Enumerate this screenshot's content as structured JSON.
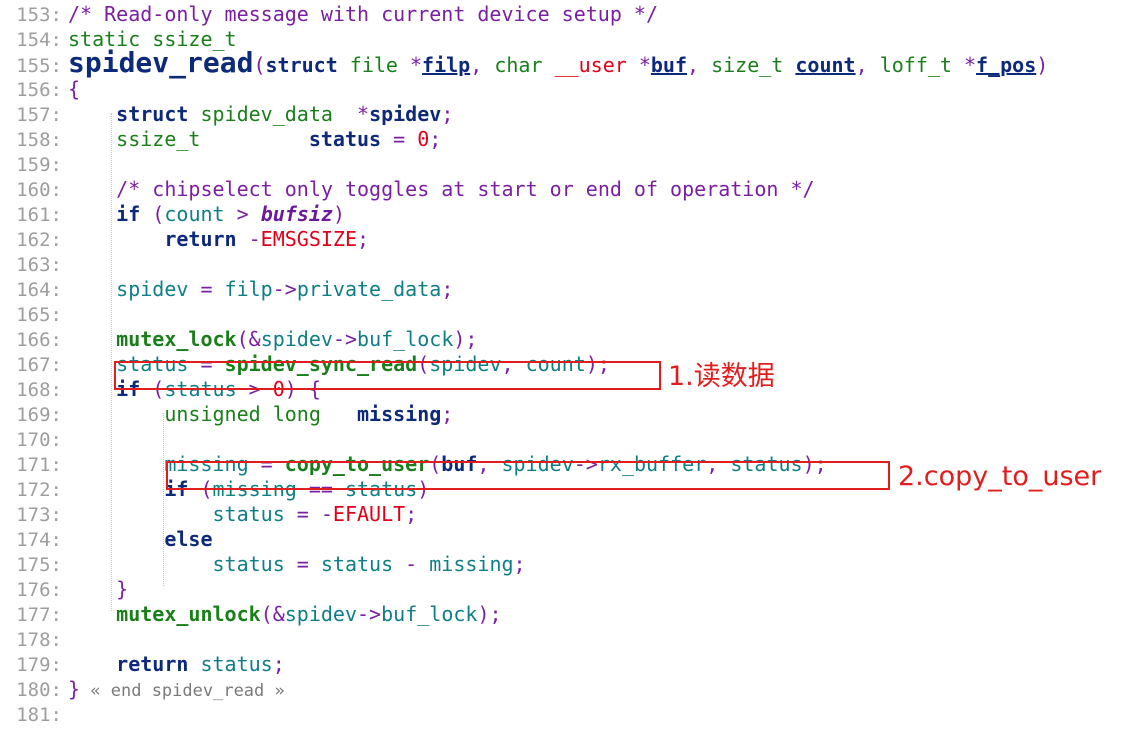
{
  "editor": {
    "lines": [
      {
        "num": "153:",
        "tokens": [
          {
            "t": "/* Read-only message with current device setup */",
            "c": "comment"
          }
        ]
      },
      {
        "num": "154:",
        "tokens": [
          {
            "t": "static ssize_t",
            "c": "type"
          }
        ]
      },
      {
        "num": "155:",
        "tokens": [
          {
            "t": "spidev_read",
            "c": "fname"
          },
          {
            "t": "(",
            "c": "op"
          },
          {
            "t": "struct ",
            "c": "kw"
          },
          {
            "t": "file ",
            "c": "type"
          },
          {
            "t": "*",
            "c": "op"
          },
          {
            "t": "filp",
            "c": "param-u"
          },
          {
            "t": ", ",
            "c": "op"
          },
          {
            "t": "char ",
            "c": "type"
          },
          {
            "t": "__user ",
            "c": "const"
          },
          {
            "t": "*",
            "c": "op"
          },
          {
            "t": "buf",
            "c": "param-u"
          },
          {
            "t": ", ",
            "c": "op"
          },
          {
            "t": "size_t ",
            "c": "type"
          },
          {
            "t": "count",
            "c": "param-u"
          },
          {
            "t": ", ",
            "c": "op"
          },
          {
            "t": "loff_t ",
            "c": "type"
          },
          {
            "t": "*",
            "c": "op"
          },
          {
            "t": "f_pos",
            "c": "param-u"
          },
          {
            "t": ")",
            "c": "op"
          }
        ]
      },
      {
        "num": "156:",
        "tokens": [
          {
            "t": "{",
            "c": "op"
          }
        ]
      },
      {
        "num": "157:",
        "tokens": [
          {
            "t": "    ",
            "c": "plain"
          },
          {
            "t": "struct ",
            "c": "kw"
          },
          {
            "t": "spidev_data  ",
            "c": "type"
          },
          {
            "t": "*",
            "c": "op"
          },
          {
            "t": "spidev",
            "c": "param"
          },
          {
            "t": ";",
            "c": "op"
          }
        ]
      },
      {
        "num": "158:",
        "tokens": [
          {
            "t": "    ",
            "c": "plain"
          },
          {
            "t": "ssize_t         ",
            "c": "type"
          },
          {
            "t": "status",
            "c": "param"
          },
          {
            "t": " = ",
            "c": "op"
          },
          {
            "t": "0",
            "c": "num"
          },
          {
            "t": ";",
            "c": "op"
          }
        ]
      },
      {
        "num": "159:",
        "tokens": []
      },
      {
        "num": "160:",
        "tokens": [
          {
            "t": "    ",
            "c": "plain"
          },
          {
            "t": "/* chipselect only toggles at start or end of operation */",
            "c": "comment"
          }
        ]
      },
      {
        "num": "161:",
        "tokens": [
          {
            "t": "    ",
            "c": "plain"
          },
          {
            "t": "if",
            "c": "kw"
          },
          {
            "t": " (",
            "c": "op"
          },
          {
            "t": "count",
            "c": "var"
          },
          {
            "t": " > ",
            "c": "op"
          },
          {
            "t": "bufsiz",
            "c": "ital"
          },
          {
            "t": ")",
            "c": "op"
          }
        ]
      },
      {
        "num": "162:",
        "tokens": [
          {
            "t": "        ",
            "c": "plain"
          },
          {
            "t": "return",
            "c": "kw"
          },
          {
            "t": " -",
            "c": "op"
          },
          {
            "t": "EMSGSIZE",
            "c": "const"
          },
          {
            "t": ";",
            "c": "op"
          }
        ]
      },
      {
        "num": "163:",
        "tokens": []
      },
      {
        "num": "164:",
        "tokens": [
          {
            "t": "    ",
            "c": "plain"
          },
          {
            "t": "spidev",
            "c": "var"
          },
          {
            "t": " = ",
            "c": "op"
          },
          {
            "t": "filp",
            "c": "var"
          },
          {
            "t": "->",
            "c": "op"
          },
          {
            "t": "private_data",
            "c": "var"
          },
          {
            "t": ";",
            "c": "op"
          }
        ]
      },
      {
        "num": "165:",
        "tokens": []
      },
      {
        "num": "166:",
        "tokens": [
          {
            "t": "    ",
            "c": "plain"
          },
          {
            "t": "mutex_lock",
            "c": "func"
          },
          {
            "t": "(&",
            "c": "op"
          },
          {
            "t": "spidev",
            "c": "var"
          },
          {
            "t": "->",
            "c": "op"
          },
          {
            "t": "buf_lock",
            "c": "var"
          },
          {
            "t": ");",
            "c": "op"
          }
        ]
      },
      {
        "num": "167:",
        "tokens": [
          {
            "t": "    ",
            "c": "plain"
          },
          {
            "t": "status",
            "c": "var"
          },
          {
            "t": " = ",
            "c": "op"
          },
          {
            "t": "spidev_sync_read",
            "c": "func"
          },
          {
            "t": "(",
            "c": "op"
          },
          {
            "t": "spidev",
            "c": "var"
          },
          {
            "t": ", ",
            "c": "op"
          },
          {
            "t": "count",
            "c": "var"
          },
          {
            "t": ");",
            "c": "op"
          }
        ]
      },
      {
        "num": "168:",
        "tokens": [
          {
            "t": "    ",
            "c": "plain"
          },
          {
            "t": "if",
            "c": "kw"
          },
          {
            "t": " (",
            "c": "op"
          },
          {
            "t": "status",
            "c": "var"
          },
          {
            "t": " > ",
            "c": "op"
          },
          {
            "t": "0",
            "c": "num"
          },
          {
            "t": ") {",
            "c": "op"
          }
        ]
      },
      {
        "num": "169:",
        "tokens": [
          {
            "t": "        ",
            "c": "plain"
          },
          {
            "t": "unsigned long   ",
            "c": "type"
          },
          {
            "t": "missing",
            "c": "param"
          },
          {
            "t": ";",
            "c": "op"
          }
        ]
      },
      {
        "num": "170:",
        "tokens": []
      },
      {
        "num": "171:",
        "tokens": [
          {
            "t": "        ",
            "c": "plain"
          },
          {
            "t": "missing",
            "c": "var"
          },
          {
            "t": " = ",
            "c": "op"
          },
          {
            "t": "copy_to_user",
            "c": "func"
          },
          {
            "t": "(",
            "c": "op"
          },
          {
            "t": "buf",
            "c": "param"
          },
          {
            "t": ", ",
            "c": "op"
          },
          {
            "t": "spidev",
            "c": "var"
          },
          {
            "t": "->",
            "c": "op"
          },
          {
            "t": "rx_buffer",
            "c": "var"
          },
          {
            "t": ", ",
            "c": "op"
          },
          {
            "t": "status",
            "c": "var"
          },
          {
            "t": ");",
            "c": "op"
          }
        ]
      },
      {
        "num": "172:",
        "tokens": [
          {
            "t": "        ",
            "c": "plain"
          },
          {
            "t": "if",
            "c": "kw"
          },
          {
            "t": " (",
            "c": "op"
          },
          {
            "t": "missing",
            "c": "var"
          },
          {
            "t": " == ",
            "c": "op"
          },
          {
            "t": "status",
            "c": "var"
          },
          {
            "t": ")",
            "c": "op"
          }
        ]
      },
      {
        "num": "173:",
        "tokens": [
          {
            "t": "            ",
            "c": "plain"
          },
          {
            "t": "status",
            "c": "var"
          },
          {
            "t": " = -",
            "c": "op"
          },
          {
            "t": "EFAULT",
            "c": "const"
          },
          {
            "t": ";",
            "c": "op"
          }
        ]
      },
      {
        "num": "174:",
        "tokens": [
          {
            "t": "        ",
            "c": "plain"
          },
          {
            "t": "else",
            "c": "kw"
          }
        ]
      },
      {
        "num": "175:",
        "tokens": [
          {
            "t": "            ",
            "c": "plain"
          },
          {
            "t": "status",
            "c": "var"
          },
          {
            "t": " = ",
            "c": "op"
          },
          {
            "t": "status",
            "c": "var"
          },
          {
            "t": " - ",
            "c": "op"
          },
          {
            "t": "missing",
            "c": "var"
          },
          {
            "t": ";",
            "c": "op"
          }
        ]
      },
      {
        "num": "176:",
        "tokens": [
          {
            "t": "    ",
            "c": "plain"
          },
          {
            "t": "}",
            "c": "op"
          }
        ]
      },
      {
        "num": "177:",
        "tokens": [
          {
            "t": "    ",
            "c": "plain"
          },
          {
            "t": "mutex_unlock",
            "c": "func"
          },
          {
            "t": "(&",
            "c": "op"
          },
          {
            "t": "spidev",
            "c": "var"
          },
          {
            "t": "->",
            "c": "op"
          },
          {
            "t": "buf_lock",
            "c": "var"
          },
          {
            "t": ");",
            "c": "op"
          }
        ]
      },
      {
        "num": "178:",
        "tokens": []
      },
      {
        "num": "179:",
        "tokens": [
          {
            "t": "    ",
            "c": "plain"
          },
          {
            "t": "return",
            "c": "kw"
          },
          {
            "t": " ",
            "c": "plain"
          },
          {
            "t": "status",
            "c": "var"
          },
          {
            "t": ";",
            "c": "op"
          }
        ]
      },
      {
        "num": "180:",
        "tokens": [
          {
            "t": "}",
            "c": "op"
          },
          {
            "t": " « end spidev_read »",
            "c": "deco"
          }
        ]
      },
      {
        "num": "181:",
        "tokens": []
      }
    ]
  },
  "annotations": [
    {
      "label": "1.读数据"
    },
    {
      "label": "2.copy_to_user"
    }
  ],
  "colors": {
    "annotation": "#e21d1d",
    "comment": "#7b1fa2",
    "keyword": "#0d2a7a",
    "type": "#1a7f1a",
    "variable": "#0f7e87",
    "number": "#e0001a"
  }
}
